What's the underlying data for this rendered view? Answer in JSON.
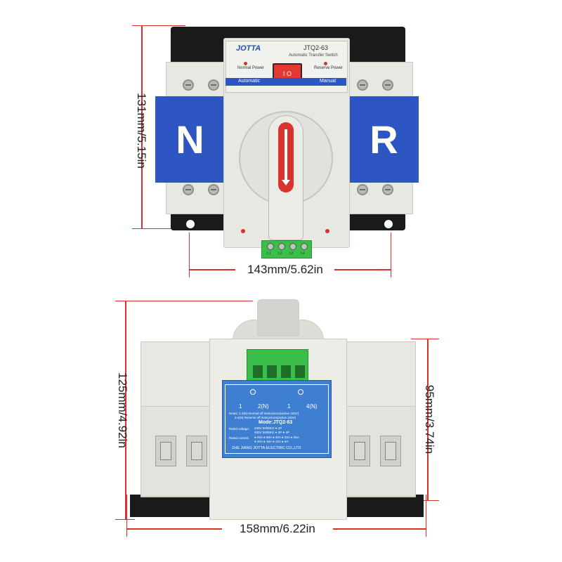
{
  "device": {
    "brand": "JOTTA",
    "model": "JTQ2-63",
    "subtitle": "Automatic Transfer Switch",
    "normal_power": "Normal Power",
    "reserve_power": "Reserve Power",
    "automatic": "Automatic",
    "manual": "Manual",
    "rocker": "I O",
    "label_left": "N",
    "label_right": "R",
    "terminal_marks": [
      "L1",
      "L2",
      "L3",
      "L4"
    ]
  },
  "dimensions": {
    "top_height": "131mm/5.15in",
    "top_width": "143mm/5.62in",
    "bottom_height": "125mm/4.92in",
    "bottom_right_height": "95mm/3.74in",
    "bottom_width": "158mm/6.22in"
  },
  "nameplate": {
    "terminal_left_1": "1",
    "terminal_left_2": "2(N)",
    "terminal_right_1": "1",
    "terminal_right_2": "4(N)",
    "note_1": "Notes: 1.2(N) Normal off instructions(active 220V)",
    "note_2": "3.4(N) Reserve off instructions(active 220V)",
    "model_line": "Mode:JTQ2-63",
    "rated_voltage_label": "Rated voltage:",
    "rated_voltage_1": "230V  50/60Hz  ● 2P",
    "rated_voltage_2": "400V  50/60Hz  ● 3P  ● 4P",
    "rated_current_label": "Rated current:",
    "rated_current_1": "● 63A ● 50A ● 40A ● 32A ● 25A",
    "rated_current_2": "● 20A ● 16A ● 10A ● 6A",
    "manufacturer": "ZHE JIANG JOTTA ELECTRIC CO.,LTD"
  },
  "colors": {
    "dimension_line": "#d9302c",
    "panel_blue": "#2d56c2",
    "terminal_green": "#3cbf4a",
    "rocker_red": "#e23a2e",
    "body_grey": "#e7e8e1"
  }
}
